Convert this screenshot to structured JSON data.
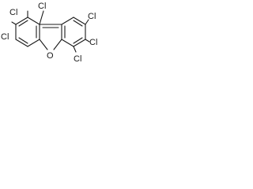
{
  "molecule": {
    "atom_labels": {
      "cl_1": "Cl",
      "cl_2": "Cl",
      "cl_3": "Cl",
      "cl_6": "Cl",
      "cl_7": "Cl",
      "cl_8": "Cl",
      "oxygen": "O"
    },
    "colors": {
      "ink": "#1a1a1a",
      "background": "#ffffff"
    }
  }
}
